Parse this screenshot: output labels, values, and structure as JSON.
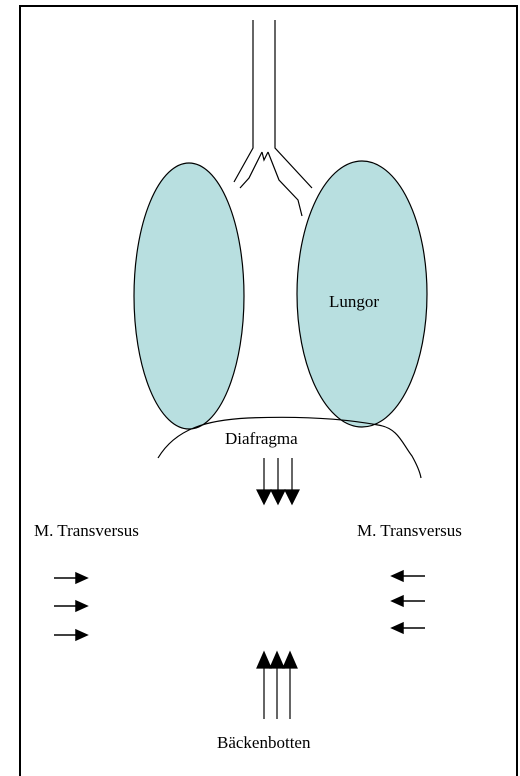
{
  "labels": {
    "lungs": "Lungor",
    "diaphragm": "Diafragma",
    "transversus_left": "M. Transversus",
    "transversus_right": "M. Transversus",
    "pelvic_floor": "Bäckenbotten"
  },
  "colors": {
    "lung_fill": "#b8dfe0",
    "stroke": "#000000"
  }
}
